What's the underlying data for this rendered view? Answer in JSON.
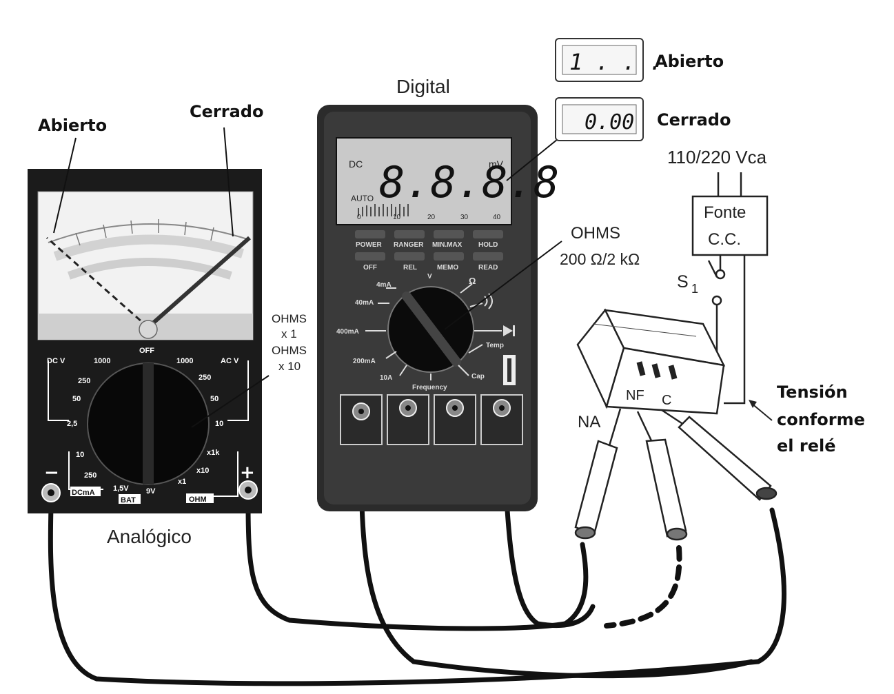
{
  "labels": {
    "analog_open": "Abierto",
    "analog_closed": "Cerrado",
    "analog_caption": "Analógico",
    "digital_caption": "Digital",
    "display_open": "Abierto",
    "display_closed": "Cerrado",
    "display_open_value": "1 . . .",
    "display_closed_value": "0.00",
    "ohms_range_analog_1": "OHMS",
    "ohms_range_analog_2": "x 1",
    "ohms_range_analog_3": "OHMS",
    "ohms_range_analog_4": "x 10",
    "ohms_digital_1": "OHMS",
    "ohms_digital_2": "200 Ω/2 kΩ",
    "supply_voltage": "110/220 Vca",
    "supply_1": "Fonte",
    "supply_2": "C.C.",
    "switch": "S",
    "switch_sub": "1",
    "relay_na": "NA",
    "relay_nf": "NF",
    "relay_c": "C",
    "tension_1": "Tensión",
    "tension_2": "conforme",
    "tension_2b": "el relé"
  },
  "analog": {
    "dcv": "DC V",
    "acv": "AC V",
    "off": "OFF",
    "dcv_ranges": [
      "1000",
      "250",
      "50",
      "2,5"
    ],
    "acv_ranges": [
      "1000",
      "250",
      "50",
      "10"
    ],
    "dcma_ranges": [
      "10",
      "250"
    ],
    "dcma": "DCmA",
    "bat": "BAT",
    "bat_v": "1,5V",
    "bat_v2": "9V",
    "ohm": "OHM",
    "ohm_ranges": [
      "x1k",
      "x10",
      "x1"
    ],
    "minus": "−",
    "plus": "+"
  },
  "digital": {
    "lcd_dc": "DC",
    "lcd_mv": "mV",
    "lcd_auto": "AUTO",
    "lcd_digits": "8.8.8.8",
    "lcd_scale": [
      "0",
      "10",
      "20",
      "30",
      "40"
    ],
    "buttons_row1": [
      "POWER",
      "RANGER",
      "MIN.MAX",
      "HOLD"
    ],
    "buttons_row2": [
      "OFF",
      "REL",
      "MEMO",
      "READ"
    ],
    "dial_left": [
      "4mA",
      "40mA",
      "400mA",
      "200mA",
      "10A"
    ],
    "dial_right": [
      "V",
      "Ω",
      "Temp",
      "Cap"
    ],
    "dial_bottom": "Frequency"
  }
}
